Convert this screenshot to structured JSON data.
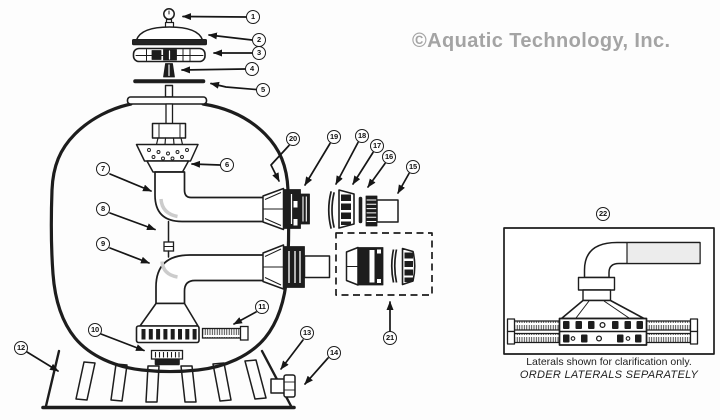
{
  "watermark": {
    "text": "©Aquatic Technology, Inc.",
    "color": "#a4a4a4"
  },
  "callouts": [
    "1",
    "2",
    "3",
    "4",
    "5",
    "6",
    "7",
    "8",
    "9",
    "10",
    "11",
    "12",
    "13",
    "14",
    "15",
    "16",
    "17",
    "18",
    "19",
    "20",
    "21",
    "22"
  ],
  "inset": {
    "caption_line1": "Laterals shown for clarification only.",
    "caption_line2": "ORDER LATERALS SEPARATELY"
  },
  "colors": {
    "line": "#1d1d1d",
    "background": "#fdfdfd",
    "watermark": "#a4a4a4"
  }
}
